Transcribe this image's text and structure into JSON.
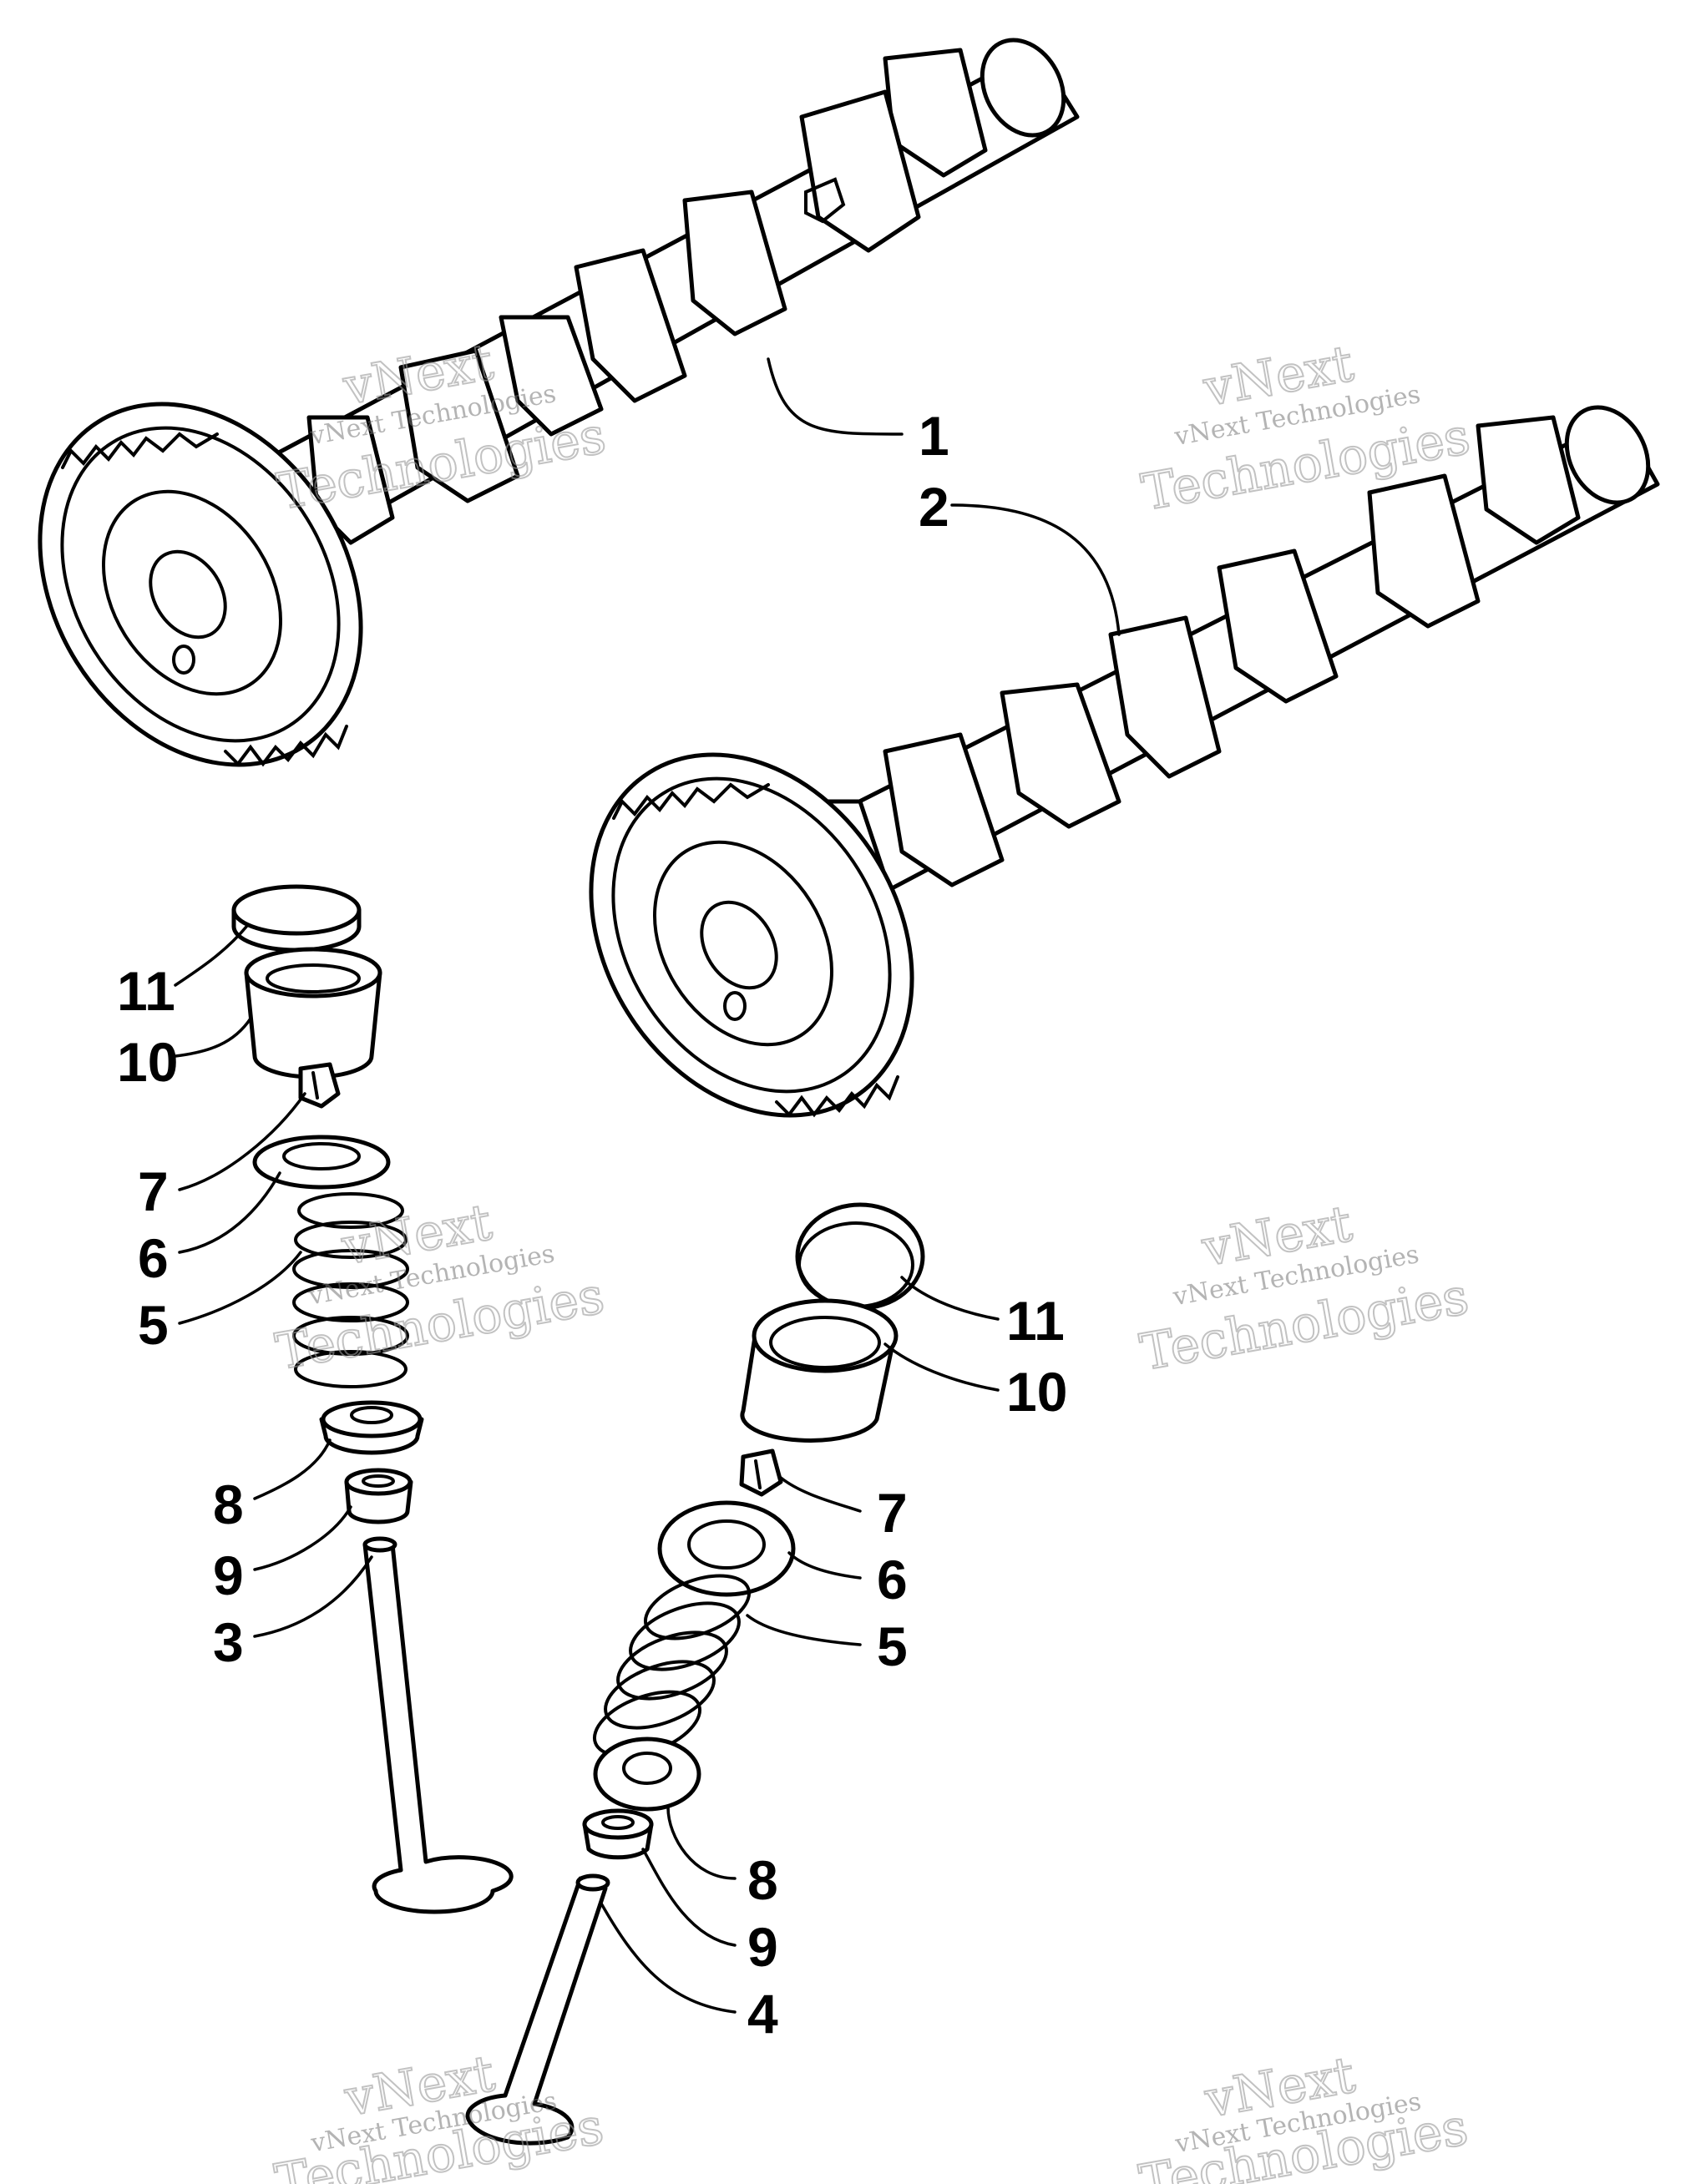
{
  "callouts": {
    "c1": "1",
    "c2": "2",
    "c3": "3",
    "c4": "4",
    "left_valve": {
      "c11": "11",
      "c10": "10",
      "c7": "7",
      "c6": "6",
      "c5": "5",
      "c8": "8",
      "c9": "9"
    },
    "right_valve": {
      "c11": "11",
      "c10": "10",
      "c7": "7",
      "c6": "6",
      "c5": "5",
      "c8": "8",
      "c9": "9"
    }
  },
  "watermark": {
    "line1": "vNext",
    "line2": "vNext Technologies",
    "line3": "Technologies"
  },
  "colors": {
    "ink": "#000000",
    "paper": "#ffffff",
    "watermark": "#9a9a9a"
  }
}
